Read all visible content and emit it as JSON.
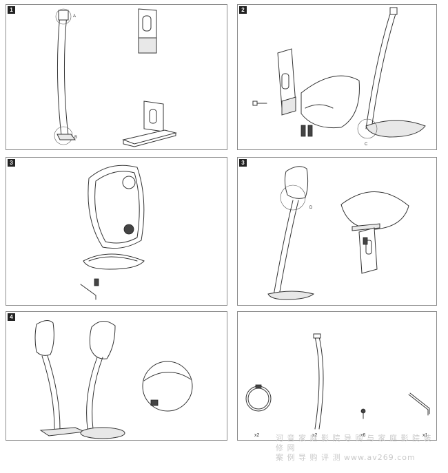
{
  "panels": [
    {
      "step": "1",
      "callouts": [
        "A",
        "B"
      ]
    },
    {
      "step": "2",
      "callouts": [
        "C"
      ]
    },
    {
      "step": "3",
      "callouts": []
    },
    {
      "step": "3",
      "callouts": [
        "D"
      ]
    },
    {
      "step": "4",
      "callouts": []
    },
    {
      "step": "",
      "callouts": []
    }
  ],
  "parts": [
    {
      "qty": "x2"
    },
    {
      "qty": "x2"
    },
    {
      "qty": "x6"
    },
    {
      "qty": "x1"
    }
  ],
  "watermark": {
    "line1": "河 音 家 庭 影 院 导 购 与 家 庭 影 院 装 修 网",
    "line2": "案 例   导 购   评 测   www.av269.com"
  }
}
